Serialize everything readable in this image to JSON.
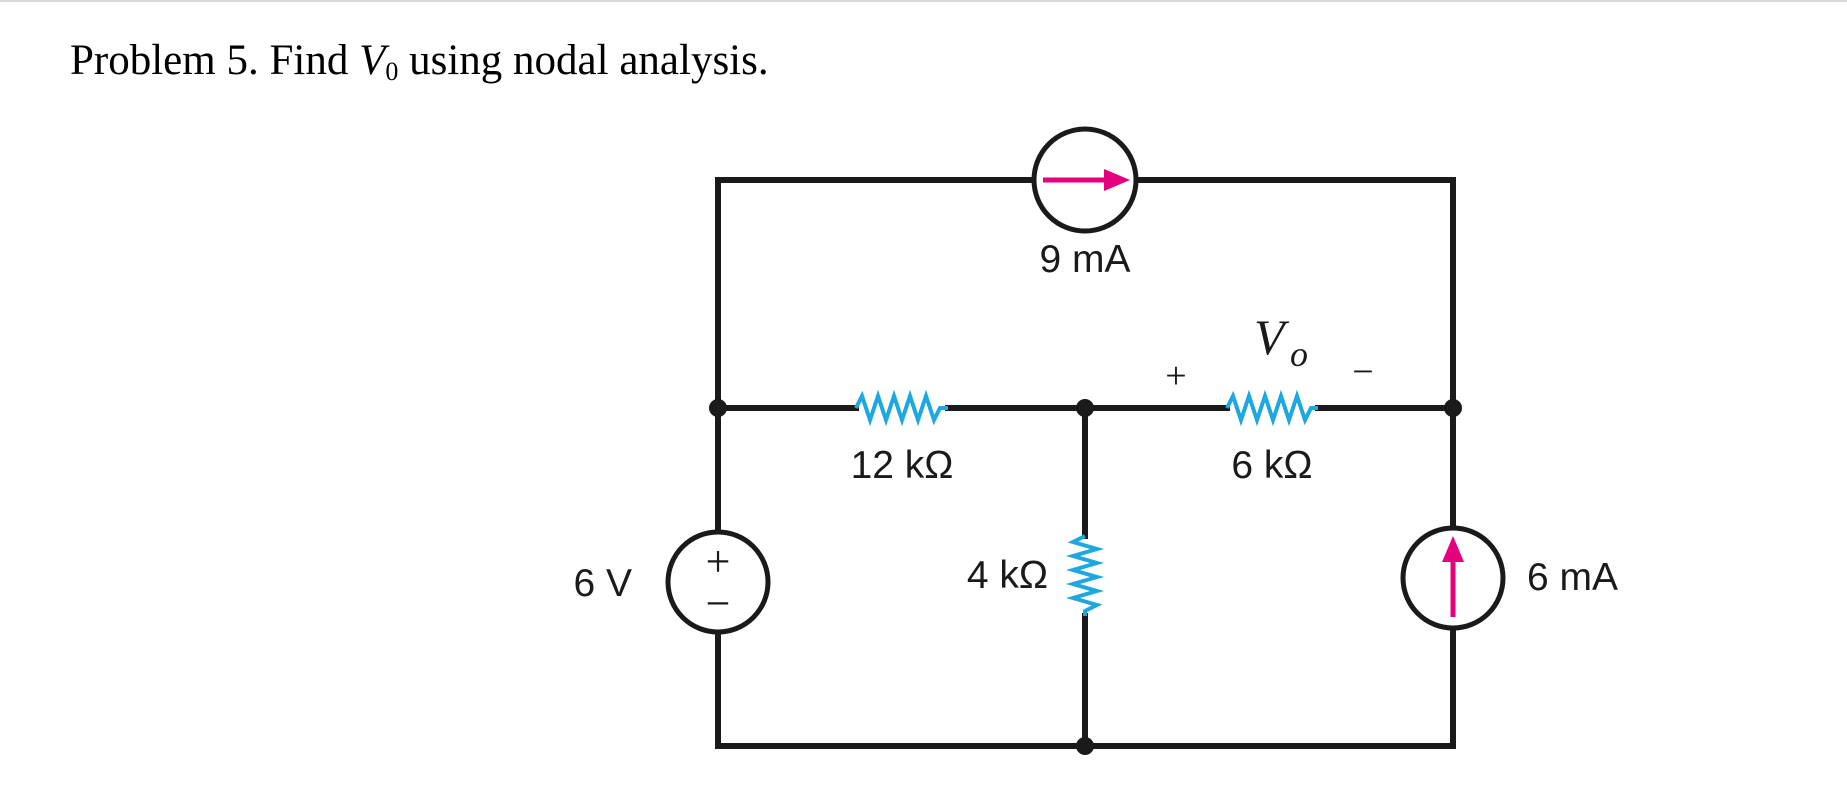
{
  "problem": {
    "prefix": "Problem 5. Find ",
    "variable": "V",
    "subscript": "0",
    "suffix": " using nodal analysis."
  },
  "circuit": {
    "current_source_top_label": "9 mA",
    "current_source_right_label": "6 mA",
    "voltage_source_label": "6 V",
    "voltage_source_plus": "+",
    "voltage_source_minus": "−",
    "resistor_left_label": "12 kΩ",
    "resistor_middle_label": "4 kΩ",
    "resistor_right_label": "6 kΩ",
    "vo_variable": "V",
    "vo_subscript": "o",
    "vo_plus": "+",
    "vo_minus": "−",
    "colors": {
      "wire": "#1a1a1a",
      "resistor": "#1fa8e0",
      "arrow": "#e5007e"
    }
  }
}
